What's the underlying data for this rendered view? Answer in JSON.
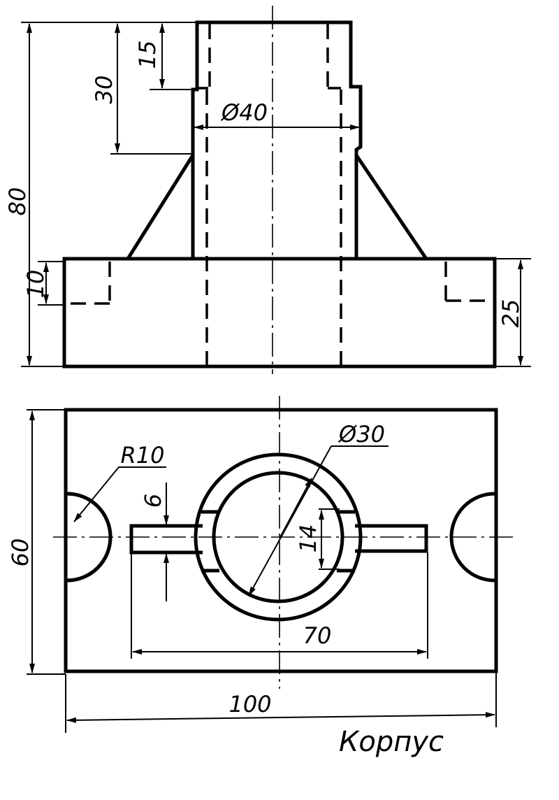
{
  "title": "Корпус",
  "dimensions": {
    "height_total": "80",
    "upper_30": "30",
    "upper_15": "15",
    "dia_40": "Ø40",
    "slot_10": "10",
    "base_25": "25",
    "depth_60": "60",
    "radius": "R10",
    "dia_30": "Ø30",
    "slot_6": "6",
    "width_14": "14",
    "span_70": "70",
    "width_100": "100"
  },
  "colors": {
    "line": "#000000",
    "background": "#ffffff"
  }
}
